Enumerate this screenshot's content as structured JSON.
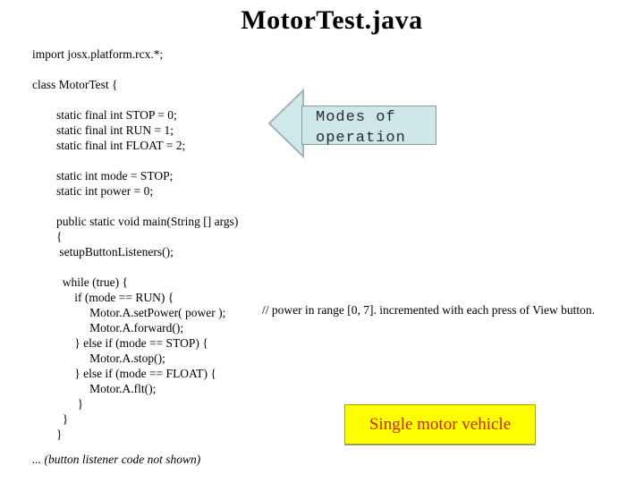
{
  "slide": {
    "title": "MotorTest.java",
    "background_color": "#ffffff"
  },
  "code": {
    "lines": [
      "import josx.platform.rcx.*;",
      "",
      "class MotorTest {",
      "",
      "        static final int STOP = 0;",
      "        static final int RUN = 1;",
      "        static final int FLOAT = 2;",
      "",
      "        static int mode = STOP;",
      "        static int power = 0;",
      "",
      "        public static void main(String [] args)",
      "        {",
      "         setupButtonListeners();",
      "",
      "          while (true) {",
      "              if (mode == RUN) {",
      "                   Motor.A.setPower( power );",
      "                   Motor.A.forward();",
      "              } else if (mode == STOP) {",
      "                   Motor.A.stop();",
      "              } else if (mode == FLOAT) {",
      "                   Motor.A.flt();",
      "               }",
      "          }",
      "        }"
    ],
    "inline_comment": "// power in range [0, 7]. incremented with each press of View button.",
    "footnote": "... (button listener code not shown)"
  },
  "callouts": {
    "modes_arrow": {
      "shape": "left-block-arrow",
      "label": "Modes of operation",
      "fill_color": "#cfe9ea",
      "border_color": "#9eb6b9",
      "box_fill_color": "#cee8e9",
      "text_color": "#2b2b2b"
    },
    "single_motor": {
      "label": "Single motor vehicle",
      "fill_color": "#ffff00",
      "border_color": "#a6a600",
      "text_color": "#cc2200"
    }
  }
}
